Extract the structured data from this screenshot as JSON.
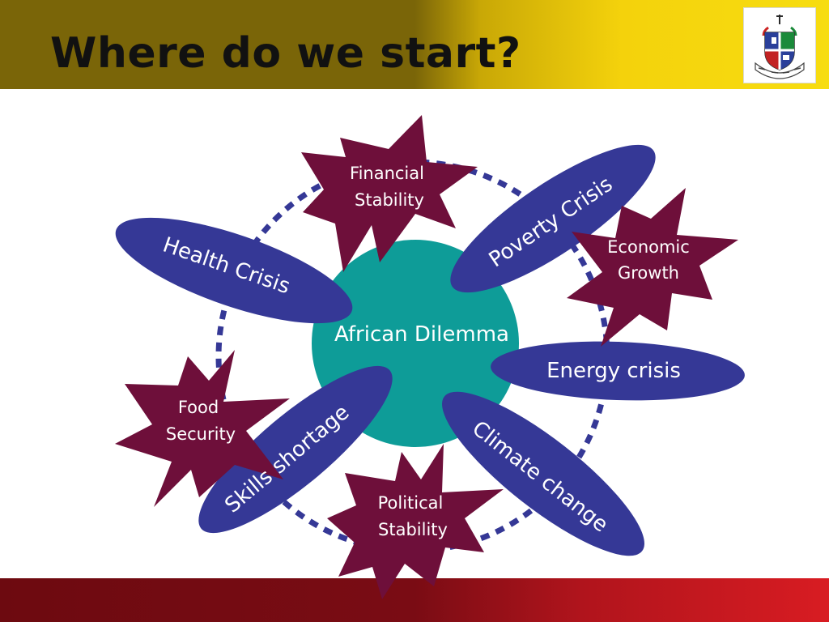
{
  "slide": {
    "title": "Where do we start?"
  },
  "diagram": {
    "center": "African Dilemma",
    "crises": [
      "Health Crisis",
      "Poverty Crisis",
      "Energy crisis",
      "Climate change",
      "Skills shortage"
    ],
    "stars": [
      {
        "line1": "Financial",
        "line2": "Stability"
      },
      {
        "line1": "Economic",
        "line2": "Growth"
      },
      {
        "line1": "Food",
        "line2": "Security"
      },
      {
        "line1": "Political",
        "line2": "Stability"
      }
    ]
  },
  "colors": {
    "header_dark": "#7a6508",
    "header_light": "#f7dd10",
    "footer": "#7a0c14",
    "center_circle": "#0e9c98",
    "ellipse": "#353896",
    "star": "#6e0f3a",
    "dashed_ring": "#353896"
  },
  "logo": {
    "icon": "crest-icon"
  }
}
